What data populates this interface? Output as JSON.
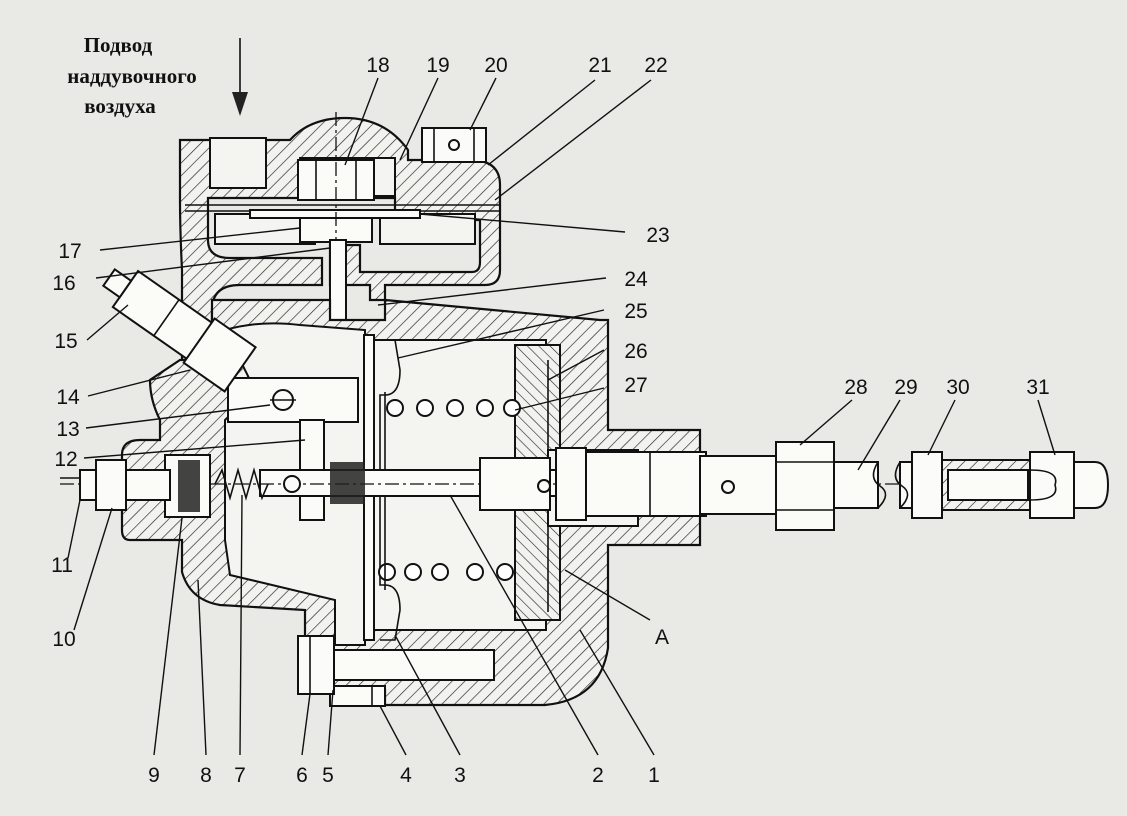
{
  "title": {
    "line1": "Подвод",
    "line2": "наддувочного",
    "line3": "воздуха"
  },
  "labels": [
    "1",
    "2",
    "3",
    "4",
    "5",
    "6",
    "7",
    "8",
    "9",
    "10",
    "11",
    "12",
    "13",
    "14",
    "15",
    "16",
    "17",
    "18",
    "19",
    "20",
    "21",
    "22",
    "23",
    "24",
    "25",
    "26",
    "27",
    "28",
    "29",
    "30",
    "31",
    "A"
  ],
  "colors": {
    "background": "#e9e9e6",
    "ink": "#111111"
  }
}
